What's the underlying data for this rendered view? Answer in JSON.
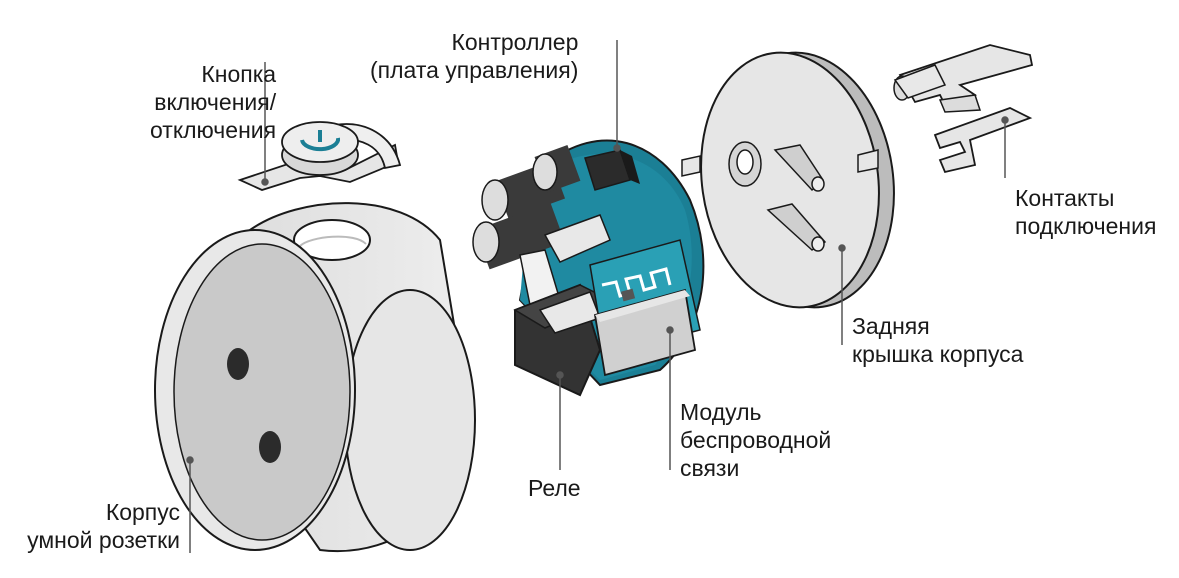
{
  "labels": {
    "button": [
      "Кнопка",
      "включения/",
      "отключения"
    ],
    "controller": [
      "Контроллер",
      "(плата управления)"
    ],
    "contacts": [
      "Контакты",
      "подключения"
    ],
    "back_cover": [
      "Задняя",
      "крышка корпуса"
    ],
    "wireless": [
      "Модуль",
      "беспроводной",
      "связи"
    ],
    "relay": [
      "Реле"
    ],
    "housing": [
      "Корпус",
      "умной розетки"
    ]
  },
  "colors": {
    "housing_fill": "#e4e4e4",
    "outline": "#1a1a1a",
    "board_teal": "#1b7f95",
    "antenna_teal": "#2aa0b5",
    "relay_dark": "#333333",
    "leader_line": "#555555"
  }
}
